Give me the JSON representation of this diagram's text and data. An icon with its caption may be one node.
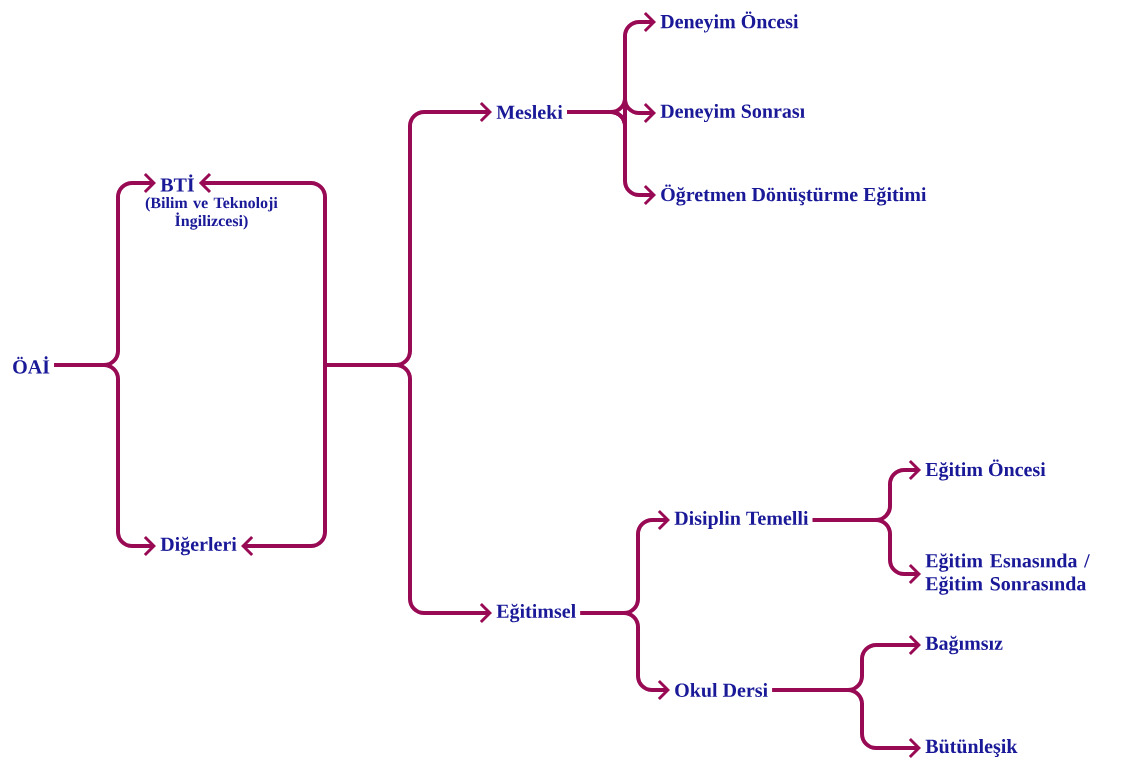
{
  "diagram": {
    "nodes": [
      {
        "text": [
          "ÖAİ"
        ]
      },
      {
        "text": [
          "BTİ",
          "(Bilim ve Teknoloji İngilizcesi)"
        ]
      },
      {
        "text": [
          "Diğerleri"
        ]
      },
      {
        "text": [
          "Mesleki"
        ]
      },
      {
        "text": [
          "Deneyim Öncesi"
        ]
      },
      {
        "text": [
          "Deneyim Sonrası"
        ]
      },
      {
        "text": [
          "Öğretmen Dönüştürme Eğitimi"
        ]
      },
      {
        "text": [
          "Eğitimsel"
        ]
      },
      {
        "text": [
          "Disiplin Temelli"
        ]
      },
      {
        "text": [
          "Eğitim Öncesi"
        ]
      },
      {
        "text": [
          "Eğitim Esnasında / Eğitim Sonrasında"
        ]
      },
      {
        "text": [
          "Okul Dersi"
        ]
      },
      {
        "text": [
          "Bağımsız"
        ]
      },
      {
        "text": [
          "Bütünleşik"
        ]
      }
    ],
    "edges": [
      {
        "from": 0,
        "to": 1,
        "arrow": "to"
      },
      {
        "from": 0,
        "to": 2,
        "arrow": "to"
      },
      {
        "from": null,
        "to": 1,
        "arrow": "to"
      },
      {
        "from": null,
        "to": 2,
        "arrow": "to"
      },
      {
        "from": null,
        "to": 3,
        "arrow": "to"
      },
      {
        "from": null,
        "to": 7,
        "arrow": "to"
      },
      {
        "from": 3,
        "to": 4,
        "arrow": "to"
      },
      {
        "from": 3,
        "to": 5,
        "arrow": "to"
      },
      {
        "from": 3,
        "to": 6,
        "arrow": "to"
      },
      {
        "from": 7,
        "to": 8,
        "arrow": "to"
      },
      {
        "from": 7,
        "to": 11,
        "arrow": "to"
      },
      {
        "from": 8,
        "to": 9,
        "arrow": "to"
      },
      {
        "from": 8,
        "to": 10,
        "arrow": "to"
      },
      {
        "from": 11,
        "to": 12,
        "arrow": "to"
      },
      {
        "from": 11,
        "to": 13,
        "arrow": "to"
      }
    ]
  }
}
